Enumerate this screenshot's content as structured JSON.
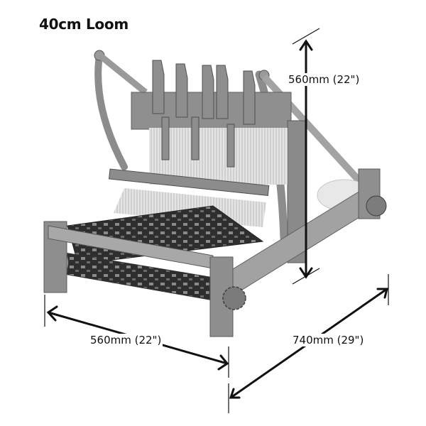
{
  "title": "40cm Loom",
  "dimensions": {
    "height": {
      "label": "560mm (22\")",
      "mm": 560,
      "inches": 22
    },
    "width": {
      "label": "560mm (22\")",
      "mm": 560,
      "inches": 22
    },
    "depth": {
      "label": "740mm (29\")",
      "mm": 740,
      "inches": 29
    }
  },
  "image": {
    "subject": "table loom with woven fabric",
    "tone": "grayscale"
  },
  "colors": {
    "background": "#ffffff",
    "lines": "#111111",
    "wood": "#9a9a9a",
    "wood_dark": "#6e6e6e",
    "fabric": "#3a3a3a"
  }
}
